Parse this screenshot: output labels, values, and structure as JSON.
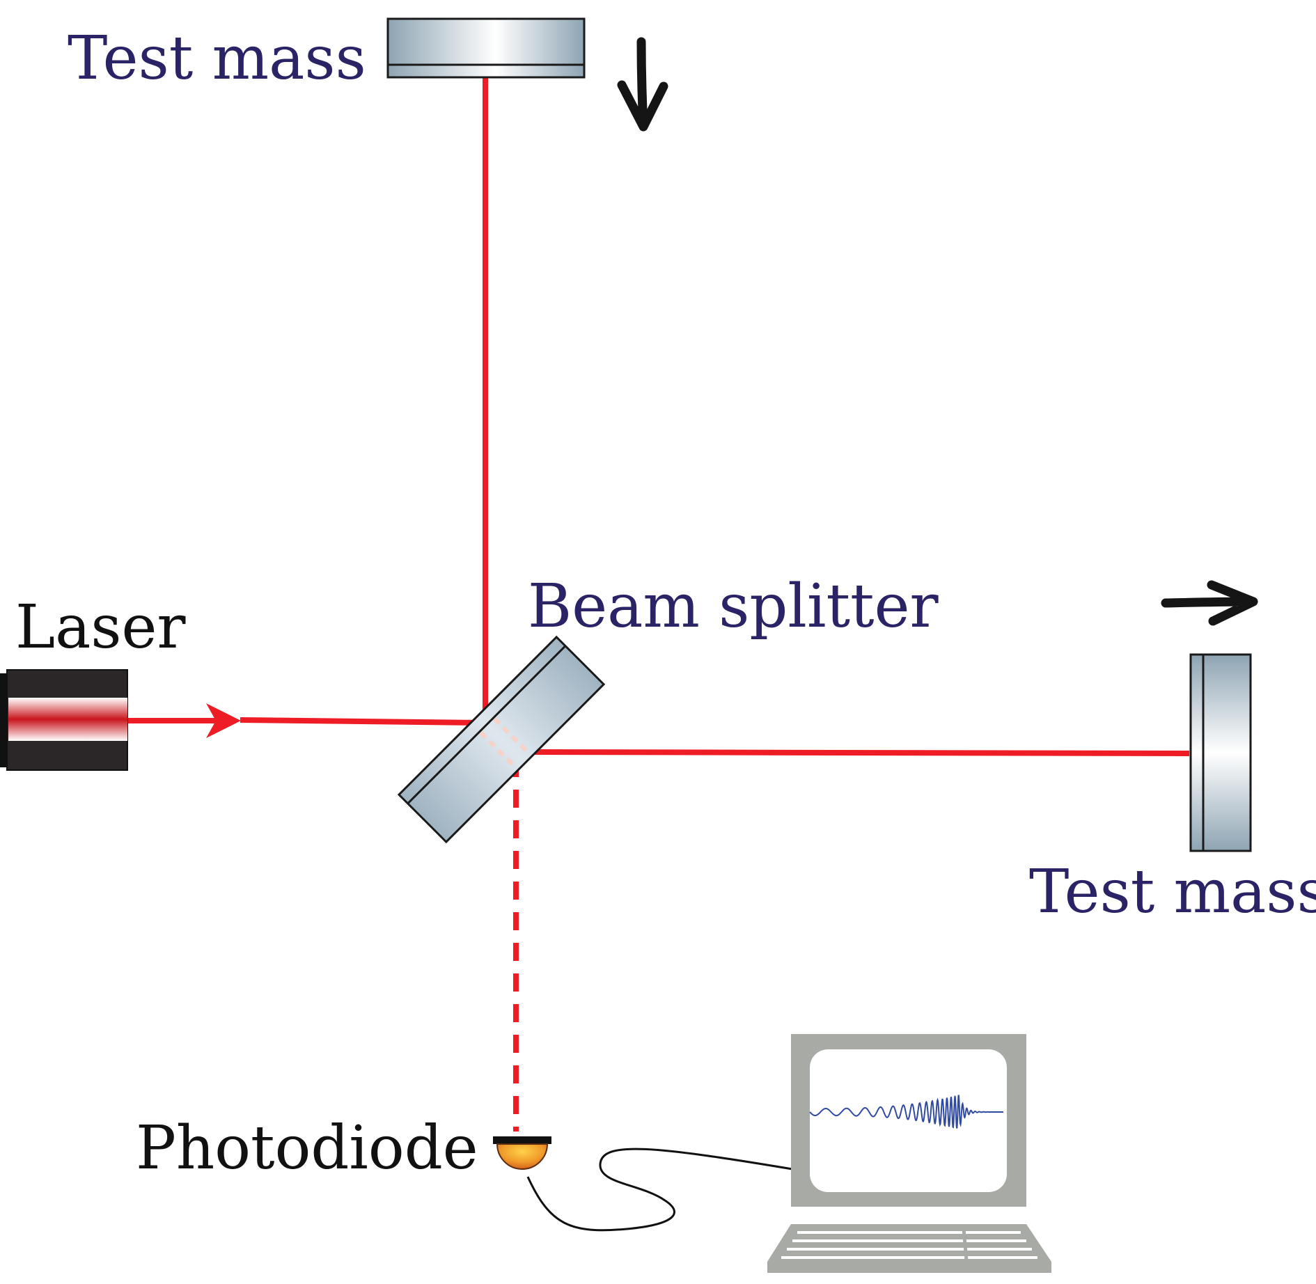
{
  "labels": {
    "test_mass_top": "Test mass",
    "test_mass_right": "Test mass",
    "beam_splitter": "Beam splitter",
    "laser": "Laser",
    "photodiode": "Photodiode"
  },
  "colors": {
    "beam": "#ee1c24",
    "label_blue": "#2a2466",
    "label_black": "#111111",
    "mirror_steel": "#9fb3c1",
    "laser_body": "#2b2628",
    "monitor_gray": "#a8aaa5",
    "screen_white": "#ffffff",
    "signal_blue": "#2f4aa0",
    "photodiode_orange": "#f0a030"
  },
  "icons": {
    "top_motion": "arrow-down-icon",
    "right_motion": "arrow-right-icon",
    "detector_display": "computer-monitor-icon",
    "keyboard": "keyboard-icon"
  }
}
